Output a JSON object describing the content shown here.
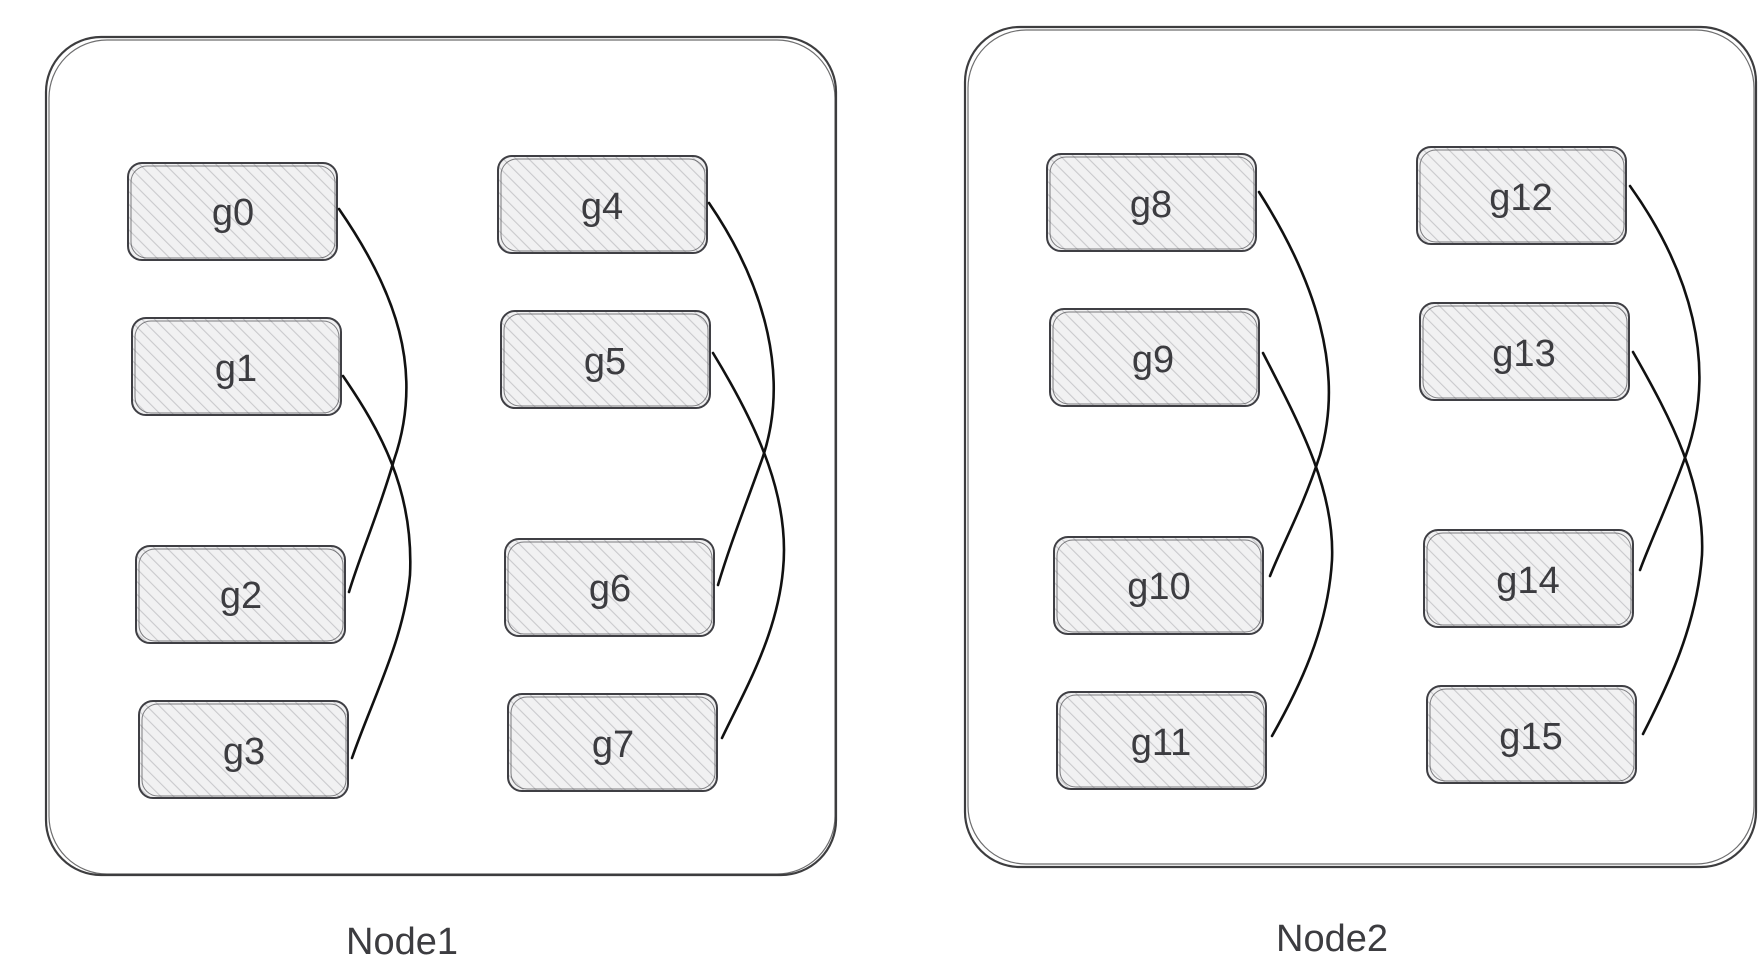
{
  "nodes": [
    {
      "label": "Node1",
      "columns": [
        {
          "gpus": [
            "g0",
            "g1",
            "g2",
            "g3"
          ]
        },
        {
          "gpus": [
            "g4",
            "g5",
            "g6",
            "g7"
          ]
        }
      ]
    },
    {
      "label": "Node2",
      "columns": [
        {
          "gpus": [
            "g8",
            "g9",
            "g10",
            "g11"
          ]
        },
        {
          "gpus": [
            "g12",
            "g13",
            "g14",
            "g15"
          ]
        }
      ]
    }
  ],
  "links": [
    [
      "g0",
      "g2"
    ],
    [
      "g1",
      "g3"
    ],
    [
      "g4",
      "g6"
    ],
    [
      "g5",
      "g7"
    ],
    [
      "g8",
      "g10"
    ],
    [
      "g9",
      "g11"
    ],
    [
      "g12",
      "g14"
    ],
    [
      "g13",
      "g15"
    ]
  ],
  "colors": {
    "outline": "#3d3d3f",
    "box_hatch": "#c9c9cc",
    "box_fill": "#f1f1f2",
    "curve": "#111111",
    "text": "#3c3c40"
  }
}
